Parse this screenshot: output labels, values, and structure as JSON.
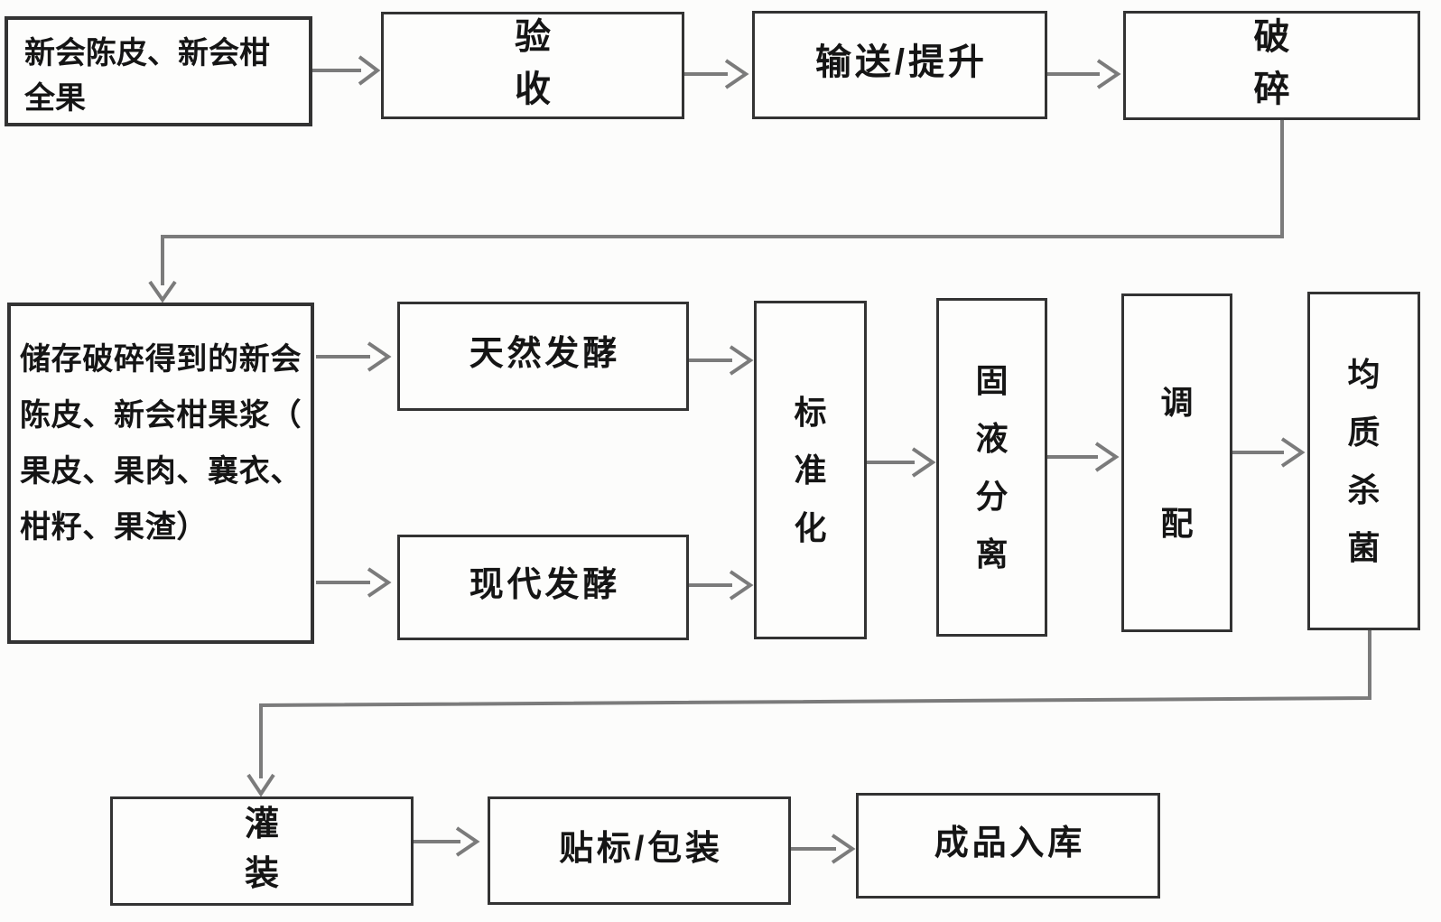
{
  "canvas": {
    "background": "#fcfcfb",
    "box_border_color": "#333333",
    "connector_color": "#7b7b7b",
    "text_color": "#151515"
  },
  "nodes": {
    "raw_material": {
      "lines": [
        "新会陈皮、新会柑",
        "全果"
      ]
    },
    "acceptance": {
      "label": "验收"
    },
    "conveying": {
      "label": "输送/提升"
    },
    "crushing": {
      "label": "破碎"
    },
    "storage": {
      "lines": [
        "储存破碎得到的新会",
        "陈皮、新会柑果浆（",
        "果皮、果肉、襄衣、",
        "柑籽、果渣）"
      ]
    },
    "natural_fermentation": {
      "label": "天然发酵"
    },
    "modern_fermentation": {
      "label": "现代发酵"
    },
    "standardization": {
      "label": "标准化"
    },
    "solid_liquid_separation": {
      "label": "固液分离"
    },
    "blending": {
      "label": "调配"
    },
    "homogenize_sterilize": {
      "label": "均质杀菌"
    },
    "filling": {
      "label": "灌装"
    },
    "labeling_packaging": {
      "label": "贴标/包装"
    },
    "finished_goods_warehouse": {
      "label": "成品入库"
    }
  }
}
